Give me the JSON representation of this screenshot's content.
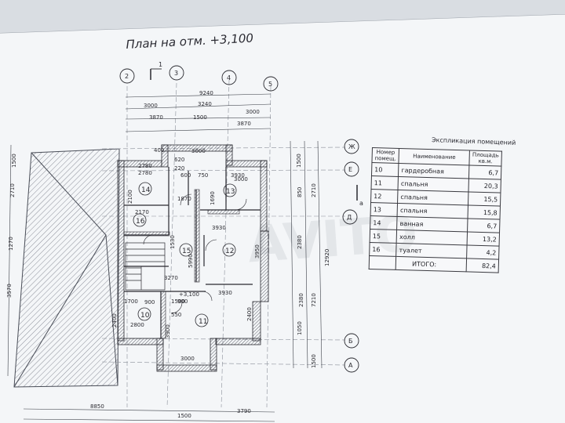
{
  "title": "План на отм. +3,100",
  "axes_cols": [
    "2",
    "3",
    "4",
    "5"
  ],
  "axes_rows": [
    "Ж",
    "Е",
    "Д",
    "Б",
    "А"
  ],
  "section_mark": "1",
  "section_mark_a": "а",
  "top_dims": [
    "9240",
    "3000",
    "3240",
    "3000",
    "3870",
    "1500",
    "3870"
  ],
  "bottom_dims": [
    "8850",
    "1500",
    "3790"
  ],
  "right_dims": [
    "1500",
    "2710",
    "12920",
    "7210",
    "2380",
    "2380",
    "1500",
    "1050",
    "850"
  ],
  "left_dims": [
    "1500",
    "2710",
    "1270",
    "3570"
  ],
  "inner_dims": [
    "400",
    "3000",
    "620",
    "220",
    "600",
    "750",
    "1870",
    "1690",
    "3930",
    "2780",
    "2170",
    "1530",
    "3270",
    "5990",
    "3950",
    "1700",
    "900",
    "2800",
    "1500",
    "900",
    "550",
    "3930",
    "3900",
    "3000",
    "2400",
    "2100",
    "+3,100",
    "2780",
    "3000",
    "3930",
    "2400"
  ],
  "rooms": [
    "10",
    "11",
    "12",
    "13",
    "14",
    "15",
    "16"
  ],
  "explication": {
    "title": "Экспликация помещений",
    "head_num": "Номер помещ.",
    "head_name": "Наименование",
    "head_area": "Площадь кв.м.",
    "rows": [
      {
        "num": "10",
        "name": "гардеробная",
        "area": "6,7"
      },
      {
        "num": "11",
        "name": "спальня",
        "area": "20,3"
      },
      {
        "num": "12",
        "name": "спальня",
        "area": "15,5"
      },
      {
        "num": "13",
        "name": "спальня",
        "area": "15,8"
      },
      {
        "num": "14",
        "name": "ванная",
        "area": "6,7"
      },
      {
        "num": "15",
        "name": "холл",
        "area": "13,2"
      },
      {
        "num": "16",
        "name": "туалет",
        "area": "4,2"
      }
    ],
    "total_label": "ИТОГО:",
    "total_area": "82,4"
  },
  "watermark": "AVITO"
}
